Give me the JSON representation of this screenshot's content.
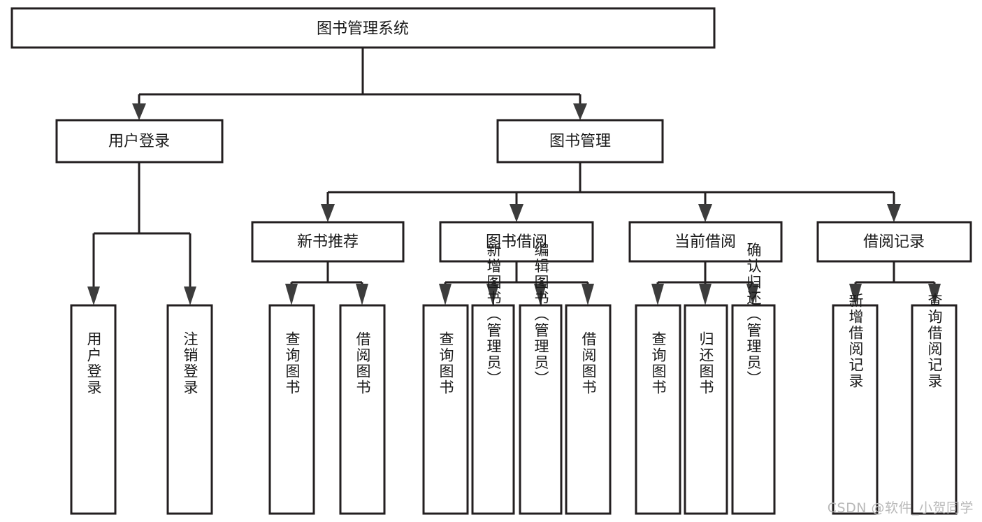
{
  "diagram": {
    "type": "tree-hierarchy",
    "title": "图书管理系统",
    "watermark": "CSDN @软件_小贺同学",
    "colors": {
      "node_fill": "#ffffff",
      "node_stroke": "#231f20",
      "connector": "#231f20",
      "arrow": "#3c3c3c",
      "text": "#1a1a1a",
      "watermark": "#b9b9b9",
      "background": "#ffffff"
    },
    "levels": {
      "root": {
        "label": "图书管理系统"
      },
      "level2": [
        {
          "label": "用户登录"
        },
        {
          "label": "图书管理"
        }
      ],
      "level3": [
        {
          "label": "新书推荐"
        },
        {
          "label": "图书借阅"
        },
        {
          "label": "当前借阅"
        },
        {
          "label": "借阅记录"
        }
      ],
      "leaves": [
        {
          "label": "用户登录",
          "parent": "用户登录"
        },
        {
          "label": "注销登录",
          "parent": "用户登录"
        },
        {
          "label": "查询图书",
          "parent": "新书推荐"
        },
        {
          "label": "借阅图书",
          "parent": "新书推荐"
        },
        {
          "label": "查询图书",
          "parent": "图书借阅"
        },
        {
          "label": "新增图书（管理员）",
          "parent": "图书借阅"
        },
        {
          "label": "编辑图书（管理员）",
          "parent": "图书借阅"
        },
        {
          "label": "借阅图书",
          "parent": "图书借阅"
        },
        {
          "label": "查询图书",
          "parent": "当前借阅"
        },
        {
          "label": "归还图书",
          "parent": "当前借阅"
        },
        {
          "label": "确认归还（管理员）",
          "parent": "当前借阅"
        },
        {
          "label": "新增借阅记录",
          "parent": "借阅记录"
        },
        {
          "label": "查询借阅记录",
          "parent": "借阅记录"
        }
      ]
    }
  }
}
